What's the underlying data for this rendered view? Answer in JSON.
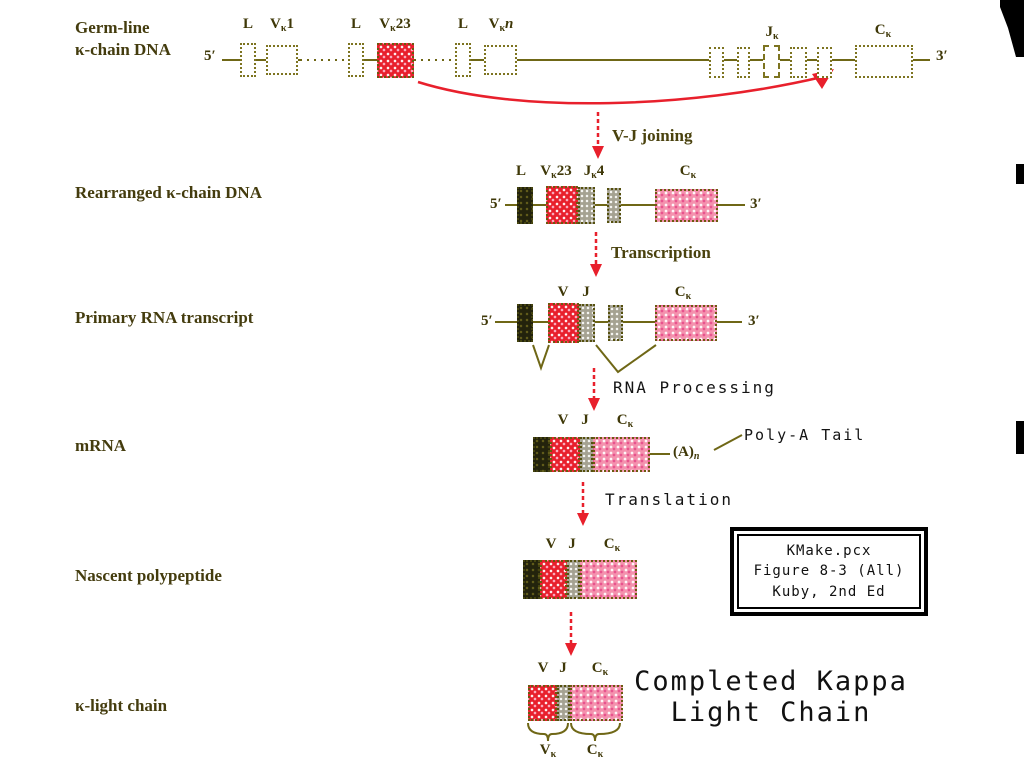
{
  "side_labels": {
    "germline_1": "Germ-line",
    "germline_2": "κ-chain DNA",
    "rearranged": "Rearranged κ-chain DNA",
    "primary": "Primary RNA transcript",
    "mrna": "mRNA",
    "nascent": "Nascent polypeptide",
    "klight": "κ-light chain"
  },
  "steps": {
    "vj": "V-J joining",
    "transcription": "Transcription",
    "rna": "RNA Processing",
    "translation": "Translation"
  },
  "ends": {
    "five": "5′",
    "three": "3′"
  },
  "segments": {
    "L": "L",
    "V1": {
      "base": "V",
      "sub": "κ",
      "suf": "1"
    },
    "V23": {
      "base": "V",
      "sub": "κ",
      "suf": "23"
    },
    "Vn": {
      "base": "V",
      "sub": "κ",
      "suf": "n"
    },
    "Jk": {
      "base": "J",
      "sub": "κ",
      "suf": ""
    },
    "J4": {
      "base": "J",
      "sub": "κ",
      "suf": "4"
    },
    "Ck": {
      "base": "C",
      "sub": "κ",
      "suf": ""
    },
    "V": "V",
    "J": "J",
    "Vk": {
      "base": "V",
      "sub": "κ",
      "suf": ""
    }
  },
  "polya": {
    "tail_base": "(A)",
    "tail_sub": "n",
    "label": "Poly-A Tail"
  },
  "credit": {
    "line1": "KMake.pcx",
    "line2": "Figure 8-3 (All)",
    "line3": "Kuby, 2nd Ed"
  },
  "completed": {
    "line1": "Completed Kappa",
    "line2": "Light Chain"
  },
  "colors": {
    "accent_red": "#e8202c",
    "segment_pink": "#f492ae",
    "segment_gray": "#a5a292",
    "segment_dark": "#23230c",
    "line_olive": "#6f6716",
    "text_olive": "#443c0e",
    "mono_black": "#141414"
  }
}
